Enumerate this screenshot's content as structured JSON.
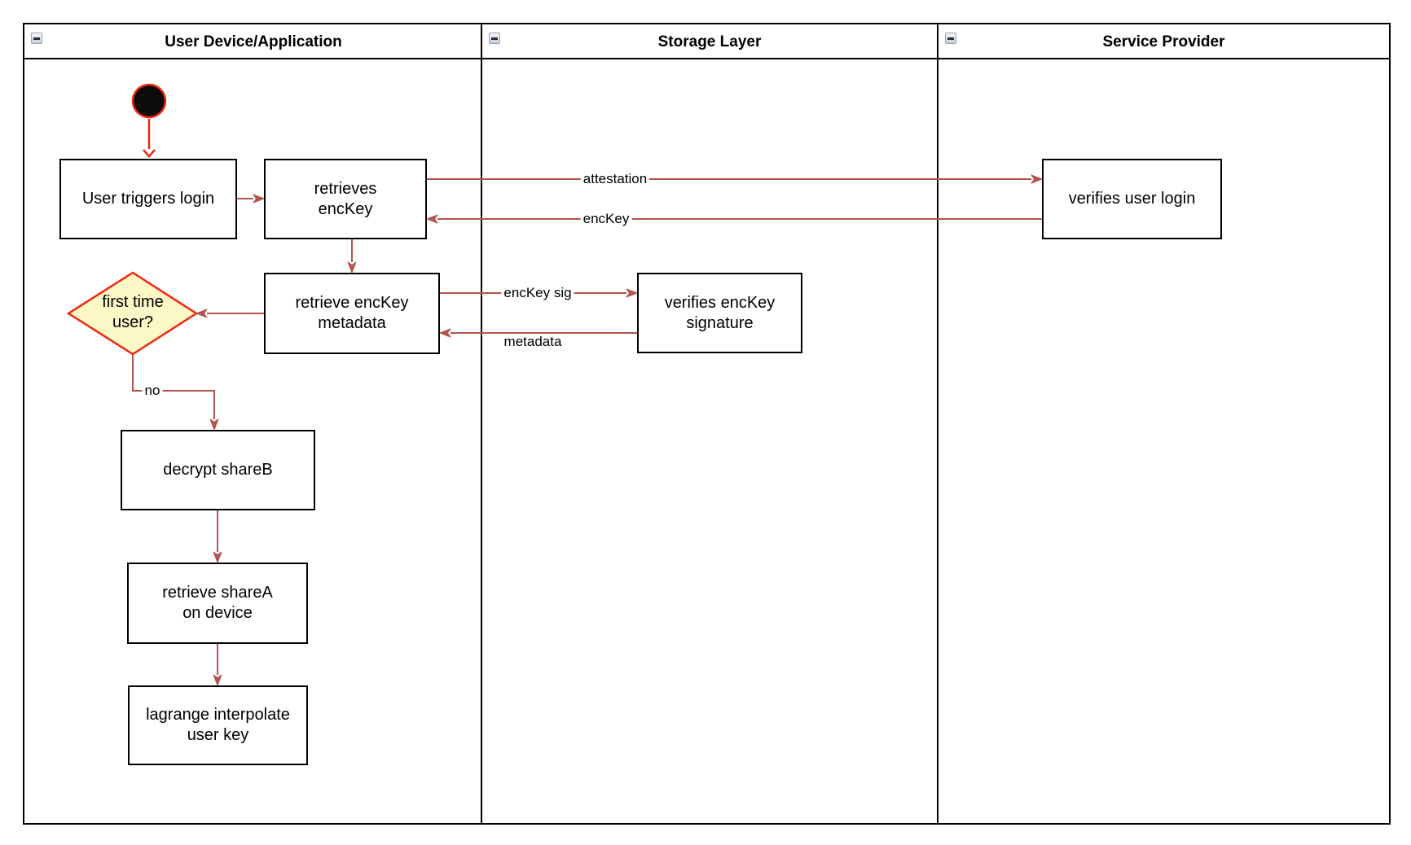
{
  "diagram": {
    "lanes": [
      {
        "title": "User Device/Application"
      },
      {
        "title": "Storage Layer"
      },
      {
        "title": "Service Provider"
      }
    ],
    "nodes": {
      "user_triggers_login": "User triggers login",
      "retrieves_enckey": "retrieves\nencKey",
      "retrieve_enckey_metadata": "retrieve encKey\nmetadata",
      "first_time_user": "first time\nuser?",
      "decrypt_shareb": "decrypt shareB",
      "retrieve_sharea_on_device": "retrieve shareA\non device",
      "lagrange_interpolate_user_key": "lagrange interpolate\nuser key",
      "verifies_enckey_signature": "verifies encKey\nsignature",
      "verifies_user_login": "verifies user login"
    },
    "edge_labels": {
      "attestation": "attestation",
      "enckey": "encKey",
      "enckey_sig": "encKey sig",
      "metadata": "metadata",
      "no": "no"
    },
    "colors": {
      "connector": "#b25450",
      "accent_red": "#f12711",
      "decision_fill": "#fcf9c6",
      "node_border": "#000000",
      "node_fill": "#ffffff"
    },
    "icons": {
      "lane_collapse": "minus-square-icon"
    }
  }
}
